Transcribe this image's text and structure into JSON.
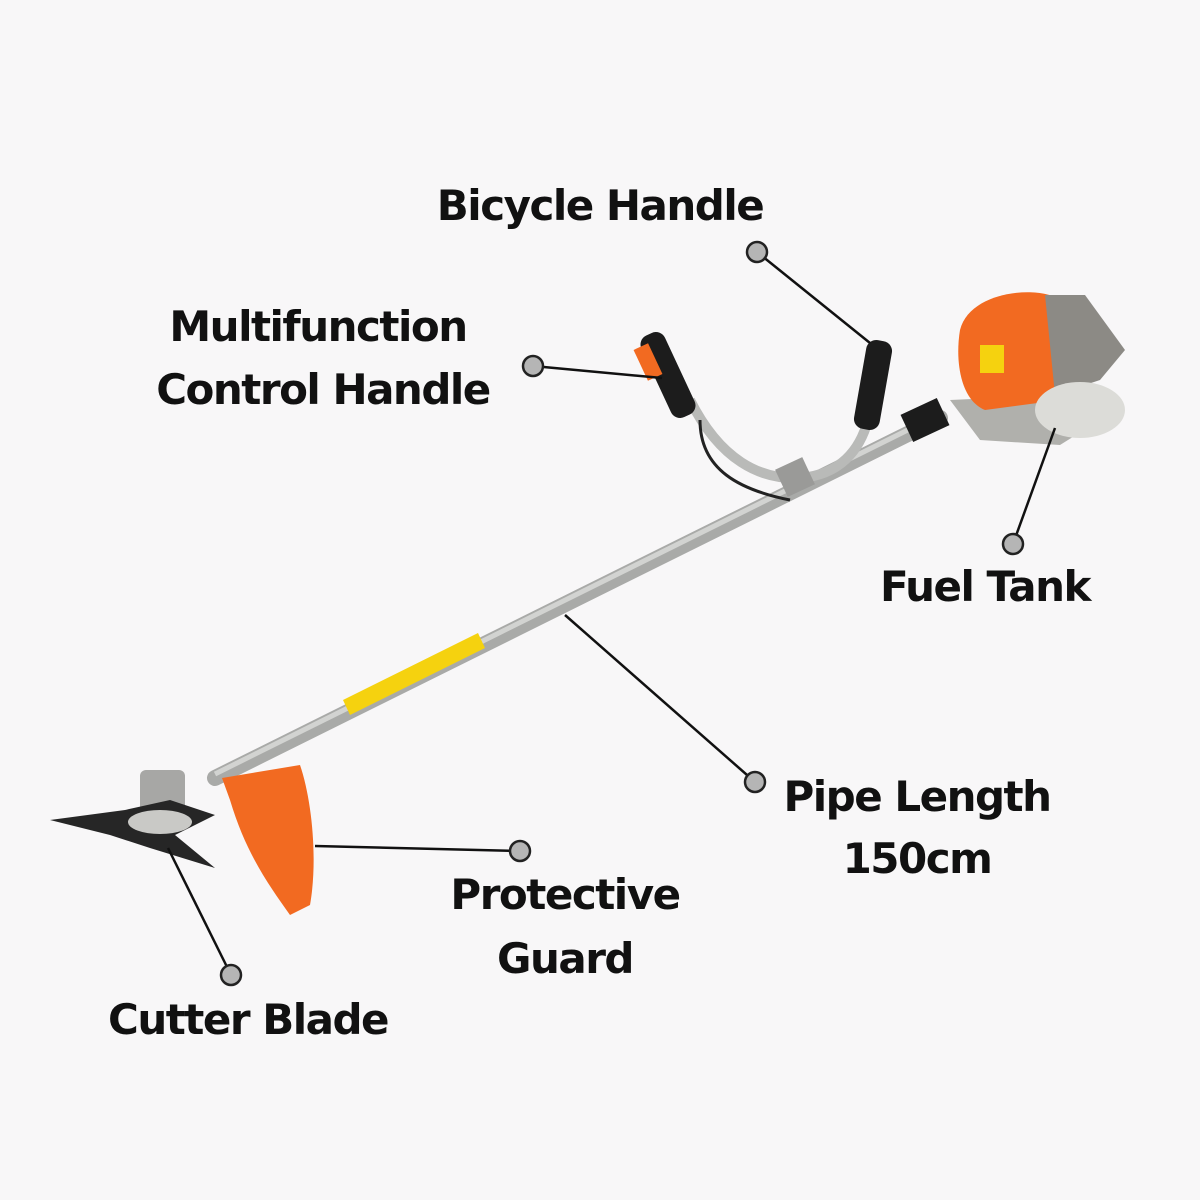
{
  "labels": {
    "bicycle_handle": "Bicycle Handle",
    "control_handle_line1": "Multifunction",
    "control_handle_line2": "Control Handle",
    "fuel_tank": "Fuel Tank",
    "pipe_length_line1": "Pipe Length",
    "pipe_length_line2": "150cm",
    "protective_guard_line1": "Protective",
    "protective_guard_line2": "Guard",
    "cutter_blade": "Cutter Blade"
  },
  "colors": {
    "background": "#f8f7f8",
    "orange": "#f26a21",
    "pipe": "#b9bab8",
    "sticker": "#f5d20f",
    "callout_dot": "#b5b5b5",
    "text": "#111111"
  }
}
